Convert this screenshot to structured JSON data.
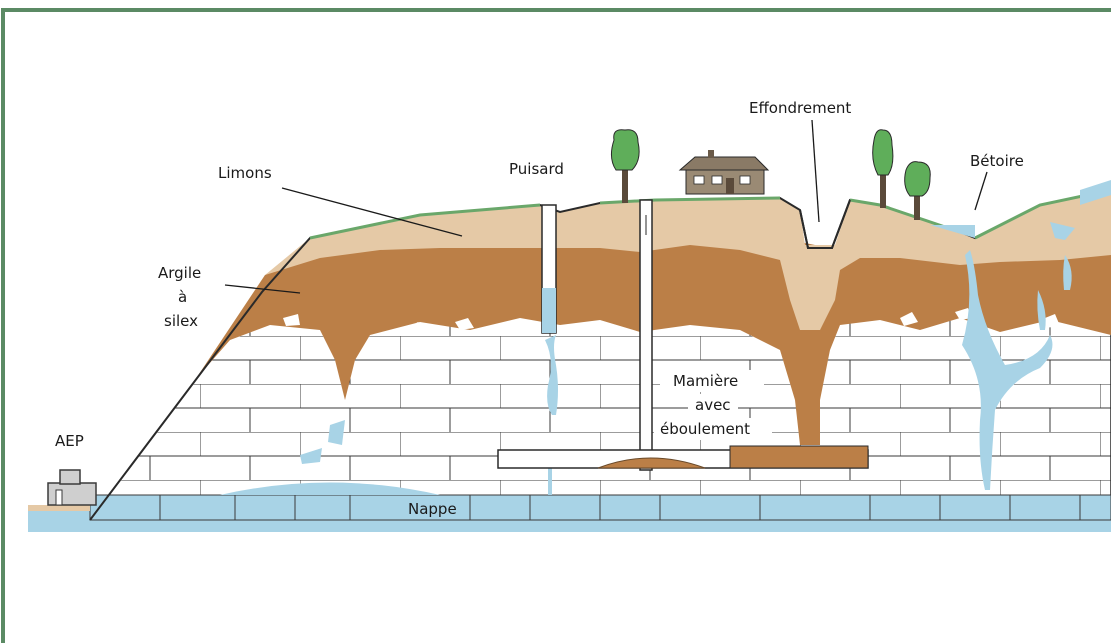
{
  "labels": {
    "limons": "Limons",
    "argile": [
      "Argile",
      "à",
      "silex"
    ],
    "puisard": "Puisard",
    "effondrement": "Effondrement",
    "betoire": "Bétoire",
    "marniere": [
      "Mamière",
      "avec",
      "éboulement"
    ],
    "aep": "AEP",
    "nappe": "Nappe"
  },
  "colors": {
    "frame": "#5b8a64",
    "silt": "#e5c9a6",
    "clay": "#bb7f47",
    "chalk": "#ffffff",
    "water": "#a8d3e6",
    "water_dark": "#7fbad6",
    "grass": "#6aa76a",
    "tree": "#5fae5a",
    "trunk": "#5a4a3a",
    "house": "#8a7a66"
  }
}
